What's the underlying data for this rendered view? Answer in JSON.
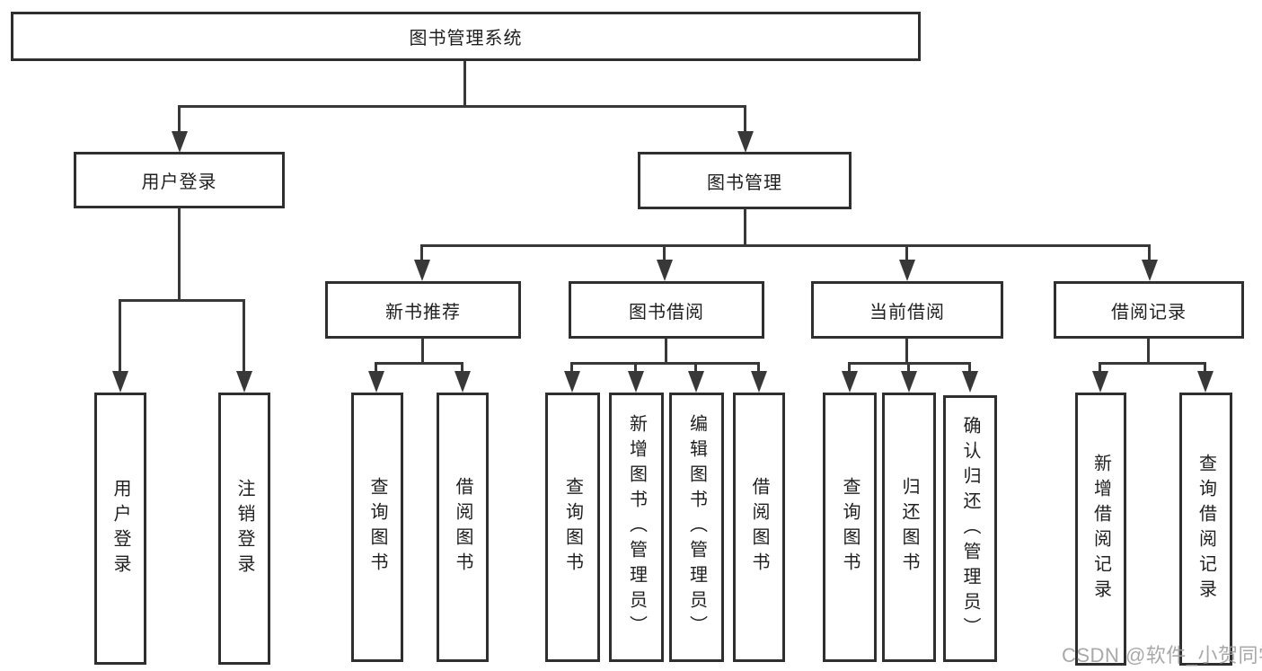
{
  "diagram": {
    "title": "图书管理系统",
    "root": {
      "label": "图书管理系统"
    },
    "branches": {
      "user_login": {
        "label": "用户登录",
        "children": {
          "login": "用户登录",
          "logout": "注销登录"
        }
      },
      "book_management": {
        "label": "图书管理",
        "children": {
          "new_book_recommend": {
            "label": "新书推荐",
            "children": {
              "query": "查询图书",
              "borrow": "借阅图书"
            }
          },
          "book_borrow": {
            "label": "图书借阅",
            "children": {
              "query": "查询图书",
              "add": "新增图书（管理员）",
              "edit": "编辑图书（管理员）",
              "borrow": "借阅图书"
            }
          },
          "current_borrow": {
            "label": "当前借阅",
            "children": {
              "query": "查询图书",
              "return": "归还图书",
              "confirm_return": "确认归还（管理员）"
            }
          },
          "borrow_records": {
            "label": "借阅记录",
            "children": {
              "add_record": "新增借阅记录",
              "query_record": "查询借阅记录"
            }
          }
        }
      }
    }
  },
  "watermark": {
    "text": "CSDN @软件_小贺同学"
  },
  "colors": {
    "line": "#383838",
    "box_border": "#2f2f2f",
    "text": "#1f1f1f",
    "watermark": "#9e9e9e",
    "background": "#ffffff"
  }
}
